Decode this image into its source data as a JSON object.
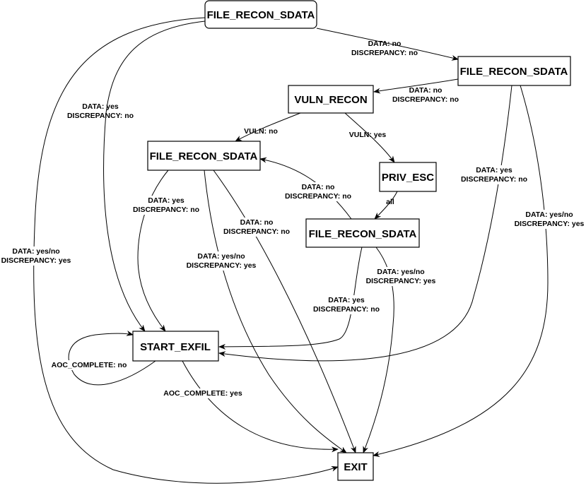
{
  "nodes": {
    "n1": "FILE_RECON_SDATA",
    "n2": "FILE_RECON_SDATA",
    "vuln": "VULN_RECON",
    "n3": "FILE_RECON_SDATA",
    "priv": "PRIV_ESC",
    "n4": "FILE_RECON_SDATA",
    "exfil": "START_EXFIL",
    "exit": "EXIT"
  },
  "edges": {
    "n1_n2": [
      "DATA: no",
      "DISCREPANCY: no"
    ],
    "n1_exfil": [
      "DATA: yes",
      "DISCREPANCY: no"
    ],
    "n1_exit": [
      "DATA: yes/no",
      "DISCREPANCY: yes"
    ],
    "n2_vuln": [
      "DATA: no",
      "DISCREPANCY: no"
    ],
    "n2_exfil": [
      "DATA: yes",
      "DISCREPANCY: no"
    ],
    "n2_exit": [
      "DATA: yes/no",
      "DISCREPANCY: yes"
    ],
    "vuln_n3": [
      "VULN: no"
    ],
    "vuln_priv": [
      "VULN: yes"
    ],
    "priv_n4": [
      "all"
    ],
    "n4_n3": [
      "DATA: no",
      "DISCREPANCY: no"
    ],
    "n3_exfil": [
      "DATA: yes",
      "DISCREPANCY: no"
    ],
    "n3_exit_a": [
      "DATA: no",
      "DISCREPANCY: no"
    ],
    "n3_exit_b": [
      "DATA: yes/no",
      "DISCREPANCY: yes"
    ],
    "n4_exit": [
      "DATA: yes/no",
      "DISCREPANCY: yes"
    ],
    "n4_exfil": [
      "DATA: yes",
      "DISCREPANCY: no"
    ],
    "exfil_self": [
      "AOC_COMPLETE: no"
    ],
    "exfil_exit": [
      "AOC_COMPLETE: yes"
    ]
  }
}
